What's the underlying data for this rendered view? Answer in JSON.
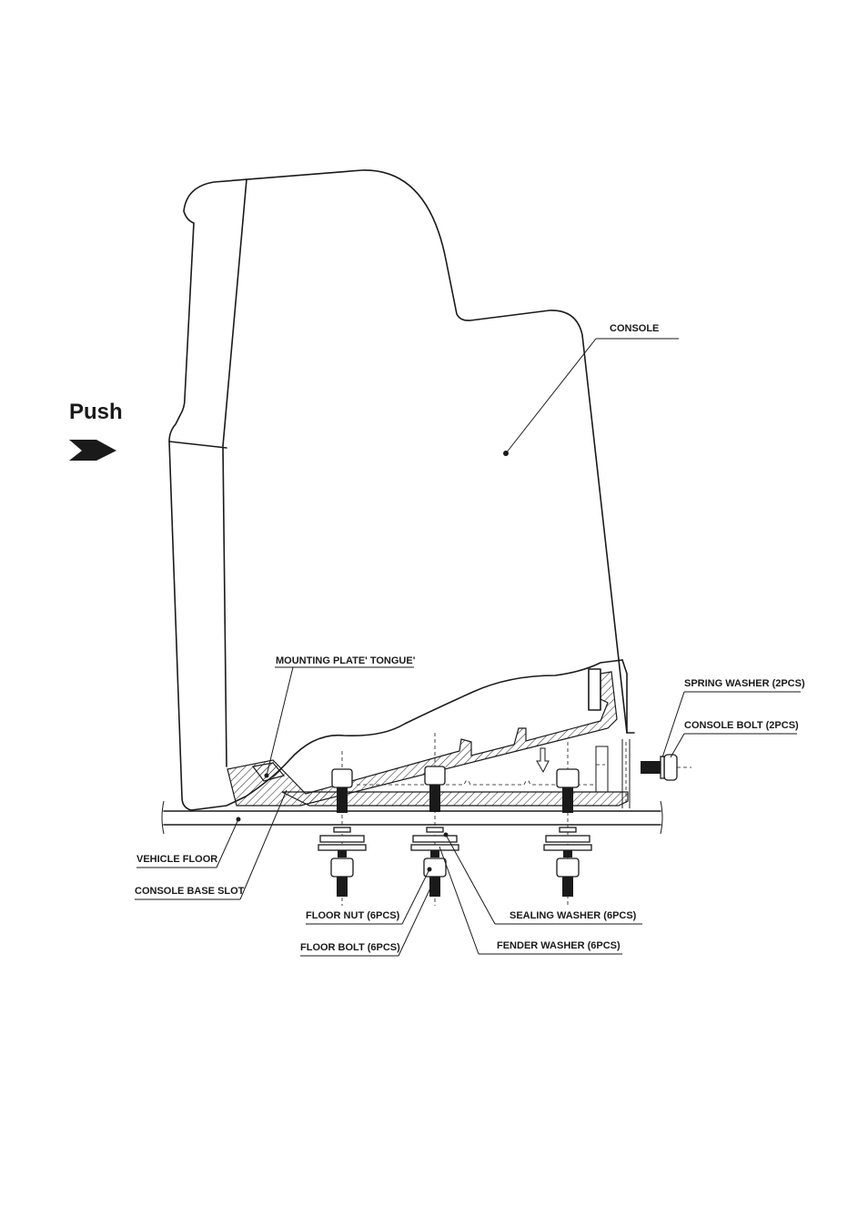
{
  "instruction": {
    "push_label": "Push"
  },
  "labels": {
    "console": "CONSOLE",
    "mounting_plate_tongue": "MOUNTING PLATE' TONGUE'",
    "spring_washer": "SPRING WASHER (2PCS)",
    "console_bolt": "CONSOLE BOLT (2PCS)",
    "vehicle_floor": "VEHICLE FLOOR",
    "console_base_slot": "CONSOLE BASE SLOT",
    "floor_nut": "FLOOR NUT (6PCS)",
    "floor_bolt": "FLOOR BOLT (6PCS)",
    "sealing_washer": "SEALING WASHER (6PCS)",
    "fender_washer": "FENDER WASHER (6PCS)"
  }
}
